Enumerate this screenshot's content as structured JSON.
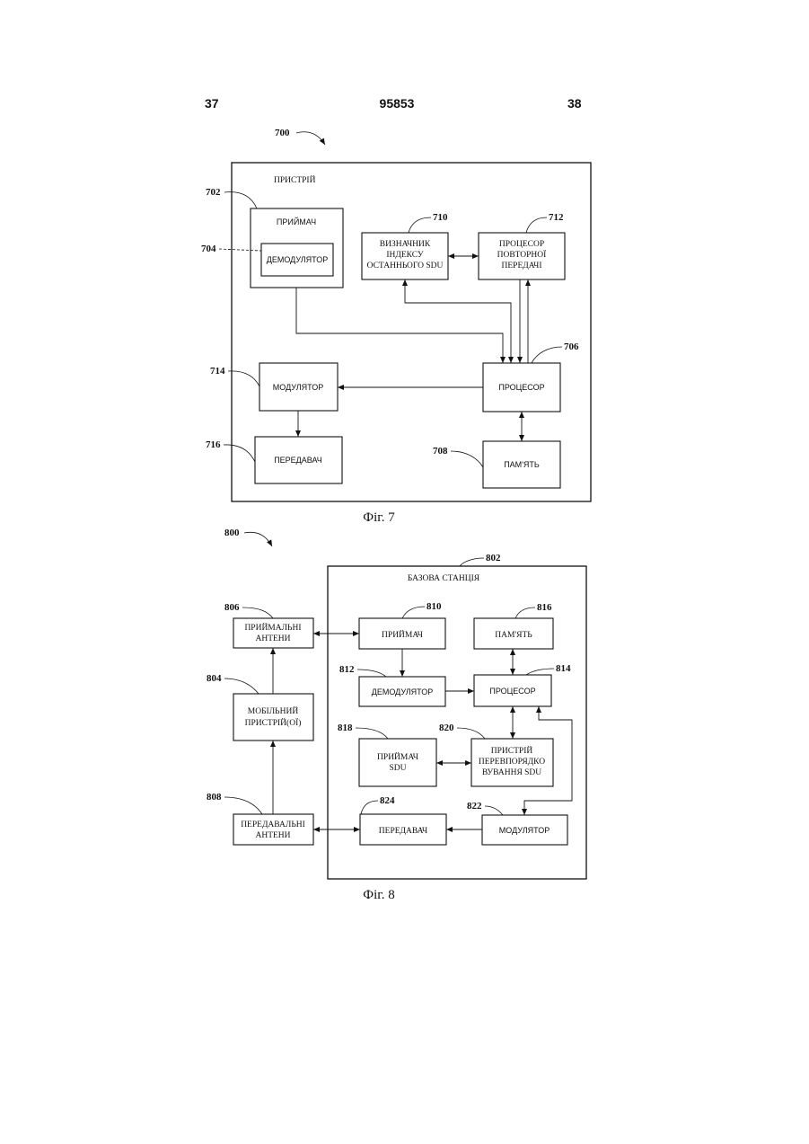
{
  "header": {
    "left_page": "37",
    "doc_number": "95853",
    "right_page": "38"
  },
  "fig7": {
    "caption": "Фіг. 7",
    "refs": {
      "r700": "700",
      "r702": "702",
      "r704": "704",
      "r706": "706",
      "r708": "708",
      "r710": "710",
      "r712": "712",
      "r714": "714",
      "r716": "716"
    },
    "device_label": "ПРИСТРІЙ",
    "receiver": "ПРИЙМАЧ",
    "demodulator": "ДЕМОДУЛЯТОР",
    "last_sdu_index_determiner": [
      "ВИЗНАЧНИК",
      "ІНДЕКСУ",
      "ОСТАННЬОГО SDU"
    ],
    "retransmission_processor": [
      "ПРОЦЕСОР",
      "ПОВТОРНОЇ",
      "ПЕРЕДАЧІ"
    ],
    "processor": "ПРОЦЕСОР",
    "modulator": "МОДУЛЯТОР",
    "transmitter": "ПЕРЕДАВАЧ",
    "memory": "ПАМ'ЯТЬ"
  },
  "fig8": {
    "caption": "Фіг. 8",
    "refs": {
      "r800": "800",
      "r802": "802",
      "r804": "804",
      "r806": "806",
      "r808": "808",
      "r810": "810",
      "r812": "812",
      "r814": "814",
      "r816": "816",
      "r818": "818",
      "r820": "820",
      "r822": "822",
      "r824": "824"
    },
    "base_station_label": "БАЗОВА СТАНЦІЯ",
    "receive_antennas": [
      "ПРИЙМАЛЬНІ",
      "АНТЕНИ"
    ],
    "mobile_devices": [
      "МОБІЛЬНИЙ",
      "ПРИСТРІЙ(ОЇ)"
    ],
    "transmit_antennas": [
      "ПЕРЕДАВАЛЬНІ",
      "АНТЕНИ"
    ],
    "receiver": "ПРИЙМАЧ",
    "memory": "ПАМ'ЯТЬ",
    "demodulator": "ДЕМОДУЛЯТОР",
    "processor": "ПРОЦЕСОР",
    "sdu_receiver": [
      "ПРИЙМАЧ",
      "SDU"
    ],
    "sdu_reordering_device": [
      "ПРИСТРІЙ",
      "ПЕРЕВПОРЯДКО",
      "ВУВАННЯ SDU"
    ],
    "transmitter": "ПЕРЕДАВАЧ",
    "modulator": "МОДУЛЯТОР"
  }
}
